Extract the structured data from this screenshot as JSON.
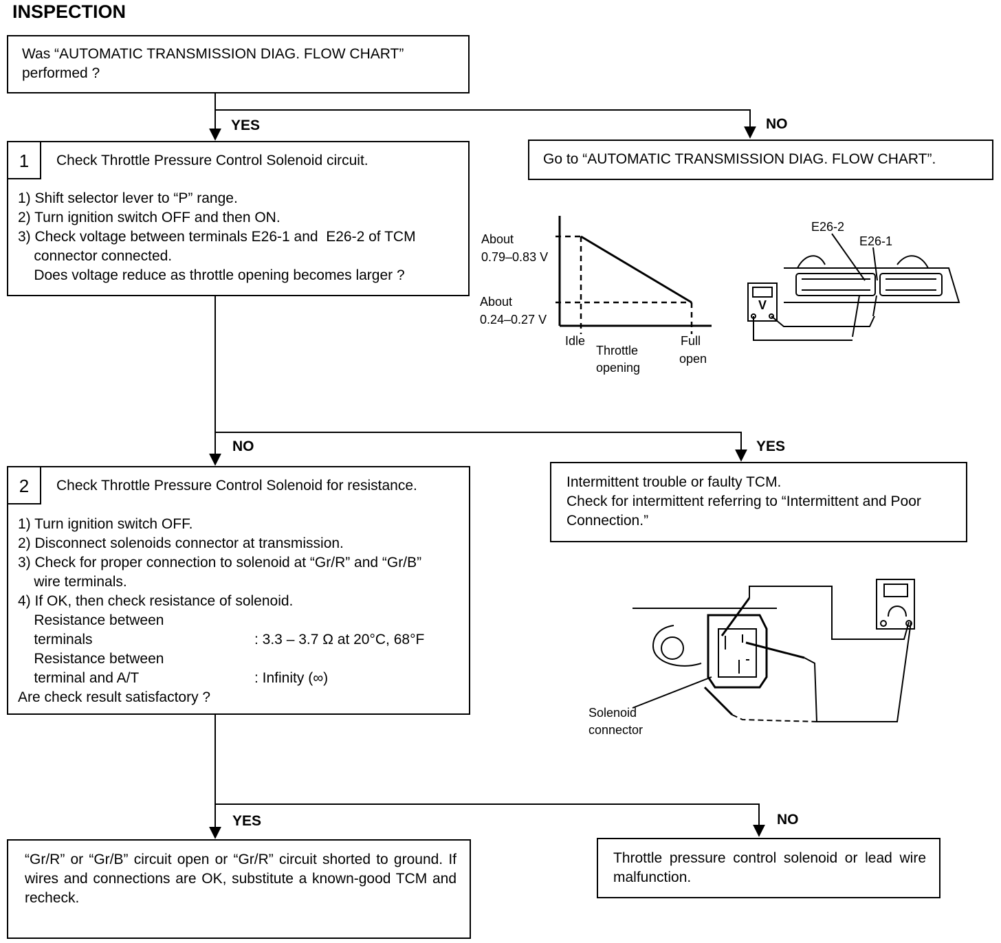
{
  "title": "INSPECTION",
  "start_box": {
    "line1": "Was “AUTOMATIC TRANSMISSION DIAG. FLOW CHART”",
    "line2": "performed ?"
  },
  "labels": {
    "yes1": "YES",
    "no1": "NO",
    "no2": "NO",
    "yes2": "YES",
    "yes3": "YES",
    "no3": "NO"
  },
  "no1_box": {
    "text": "Go to “AUTOMATIC TRANSMISSION DIAG. FLOW CHART”."
  },
  "step1": {
    "number": "1",
    "heading": "Check Throttle Pressure Control Solenoid circuit.",
    "lines": [
      "1) Shift selector lever to “P” range.",
      "2) Turn ignition switch OFF and then ON.",
      "3) Check voltage between terminals E26-1 and  E26-2 of TCM",
      "    connector connected.",
      "    Does voltage reduce as throttle opening becomes larger ?"
    ]
  },
  "graph": {
    "y_high_label1": "About",
    "y_high_label2": "0.79–0.83 V",
    "y_low_label1": "About",
    "y_low_label2": "0.24–0.27 V",
    "x_idle": "Idle",
    "x_axis1": "Throttle",
    "x_axis2": "opening",
    "x_full1": "Full",
    "x_full2": "open"
  },
  "tcm_figure": {
    "label_e26_2": "E26-2",
    "label_e26_1": "E26-1",
    "meter": "V"
  },
  "yes2_box": {
    "line1": "Intermittent trouble or faulty TCM.",
    "line2": "Check for intermittent referring to “Intermittent and Poor",
    "line3": "Connection.”"
  },
  "step2": {
    "number": "2",
    "heading": "Check Throttle Pressure Control Solenoid for resistance.",
    "lines": [
      "1) Turn ignition switch OFF.",
      "2) Disconnect solenoids connector at transmission.",
      "3) Check for proper connection to solenoid at “Gr/R” and “Gr/B”",
      "    wire terminals.",
      "4) If OK, then check resistance of solenoid.",
      "    Resistance between"
    ],
    "spec1_label": "    terminals",
    "spec1_value": ": 3.3 – 3.7 Ω at 20°C, 68°F",
    "spec2_label1": "    Resistance between",
    "spec2_label2": "    terminal and A/T",
    "spec2_value": ": Infinity (∞)",
    "question": "Are check result satisfactory ?"
  },
  "solenoid_figure": {
    "label1": "Solenoid",
    "label2": "connector"
  },
  "yes3_box": {
    "text": "“Gr/R” or “Gr/B” circuit open or “Gr/R” circuit shorted to ground. If wires and connections are OK, substitute a known-good TCM and recheck."
  },
  "no3_box": {
    "text": "Throttle pressure control solenoid or lead wire malfunction."
  }
}
